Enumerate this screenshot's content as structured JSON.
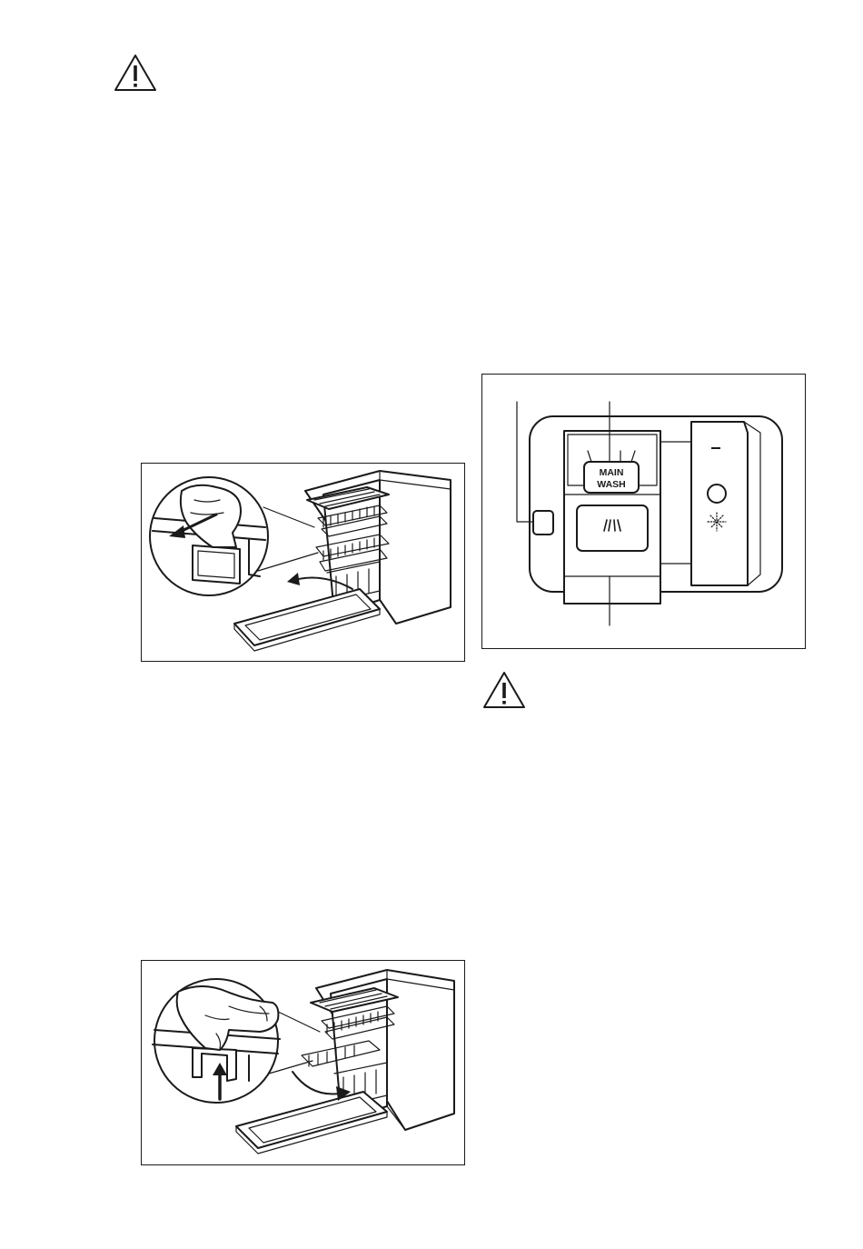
{
  "page": {
    "warnings": [
      {
        "id": "warning-top-left",
        "icon": "warning-triangle-icon"
      },
      {
        "id": "warning-right",
        "icon": "warning-triangle-icon"
      }
    ]
  },
  "figures": {
    "upper_basket_release": {
      "arrow": "pull-left-arrow-icon"
    },
    "detergent_dispenser": {
      "compartment_label_line1": "MAIN",
      "compartment_label_line2": "WASH",
      "lid_symbol": "rinse-aid-icon",
      "indicator_symbol": "sparkle-icon"
    },
    "upper_basket_lift": {
      "arrow": "push-up-arrow-icon"
    }
  }
}
